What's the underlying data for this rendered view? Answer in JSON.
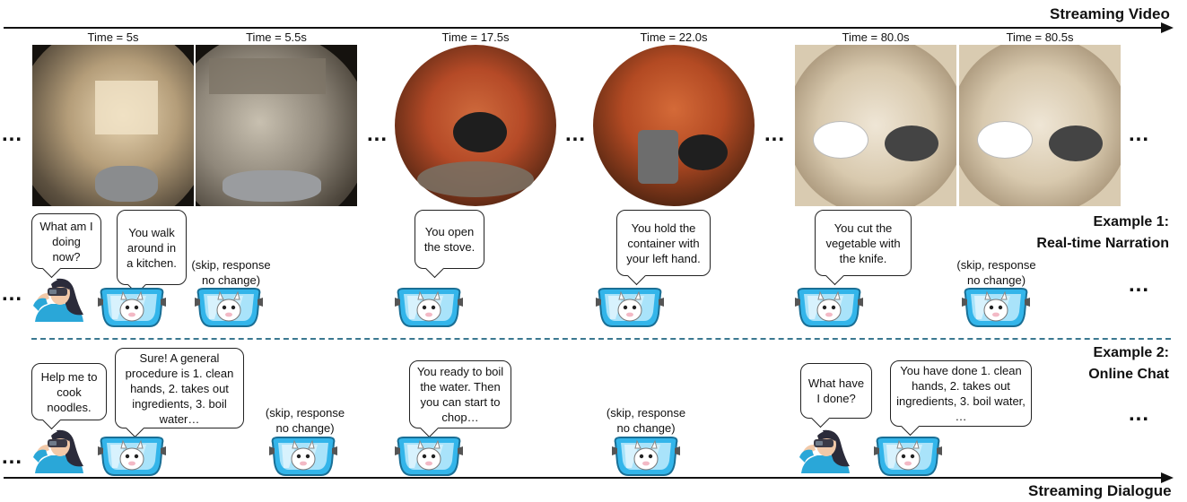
{
  "axes": {
    "top_label": "Streaming Video",
    "bottom_label": "Streaming Dialogue"
  },
  "ellipsis": "...",
  "frames": [
    {
      "time": "Time = 5s"
    },
    {
      "time": "Time = 5.5s"
    },
    {
      "time": "Time = 17.5s"
    },
    {
      "time": "Time = 22.0s"
    },
    {
      "time": "Time = 80.0s"
    },
    {
      "time": "Time = 80.5s"
    }
  ],
  "example1": {
    "title_line1": "Example 1:",
    "title_line2": "Real-time Narration",
    "user_query": "What am I doing now?",
    "responses": [
      "You walk around in a kitchen.",
      "(skip, response no change)",
      "You open the stove.",
      "You hold the container with your left hand.",
      "You cut the vegetable with the knife.",
      "(skip, response no change)"
    ]
  },
  "example2": {
    "title_line1": "Example 2:",
    "title_line2": "Online Chat",
    "user_query1": "Help me to cook noodles.",
    "responses": [
      "Sure! A general procedure is 1. clean hands, 2. takes out ingredients, 3. boil water…",
      "(skip, response no change)",
      "You ready to boil the water. Then you can start to chop…",
      "(skip, response no change)"
    ],
    "user_query2": "What have I done?",
    "response_final": "You have done 1. clean hands, 2. takes out ingredients, 3. boil water, …"
  }
}
